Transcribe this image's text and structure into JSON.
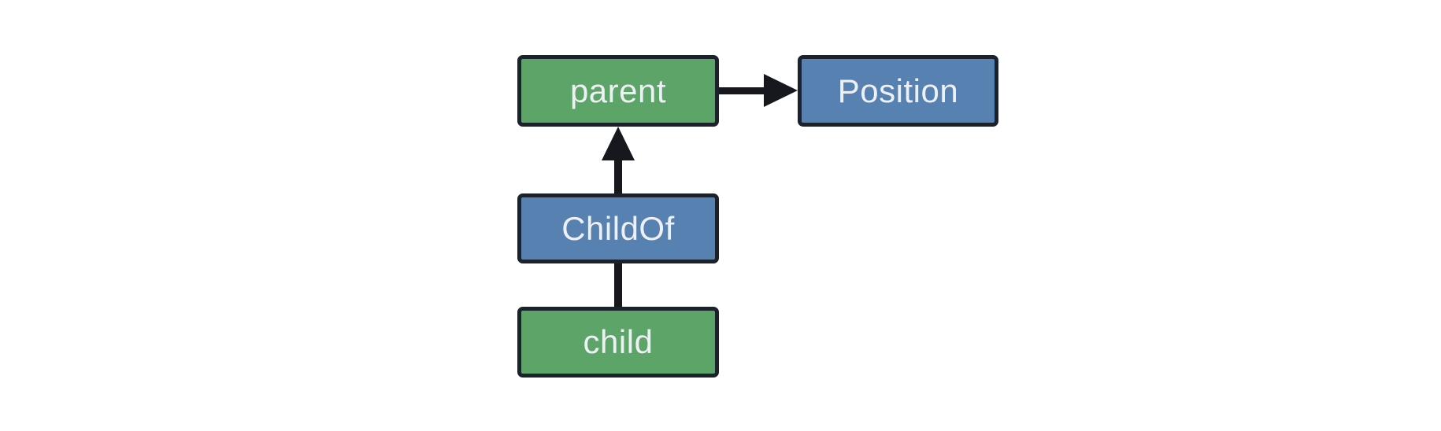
{
  "diagram": {
    "description": "Entity relationship diagram: child ChildOf parent; parent has Position",
    "nodes": {
      "parent": {
        "label": "parent",
        "kind": "entity"
      },
      "position": {
        "label": "Position",
        "kind": "component"
      },
      "childof": {
        "label": "ChildOf",
        "kind": "relationship"
      },
      "child": {
        "label": "child",
        "kind": "entity"
      }
    },
    "edges": [
      {
        "from": "parent",
        "to": "Position",
        "type": "arrow",
        "direction": "right"
      },
      {
        "from": "ChildOf",
        "to": "parent",
        "type": "arrow",
        "direction": "up"
      },
      {
        "from": "child",
        "to": "ChildOf",
        "type": "line",
        "direction": "up"
      }
    ],
    "colors": {
      "background": "#ffffff",
      "entity_fill": "#5DA468",
      "relation_fill": "#5681B1",
      "node_border": "#1C222C",
      "connector": "#16181D",
      "label_text": "#EEF0F5"
    }
  }
}
